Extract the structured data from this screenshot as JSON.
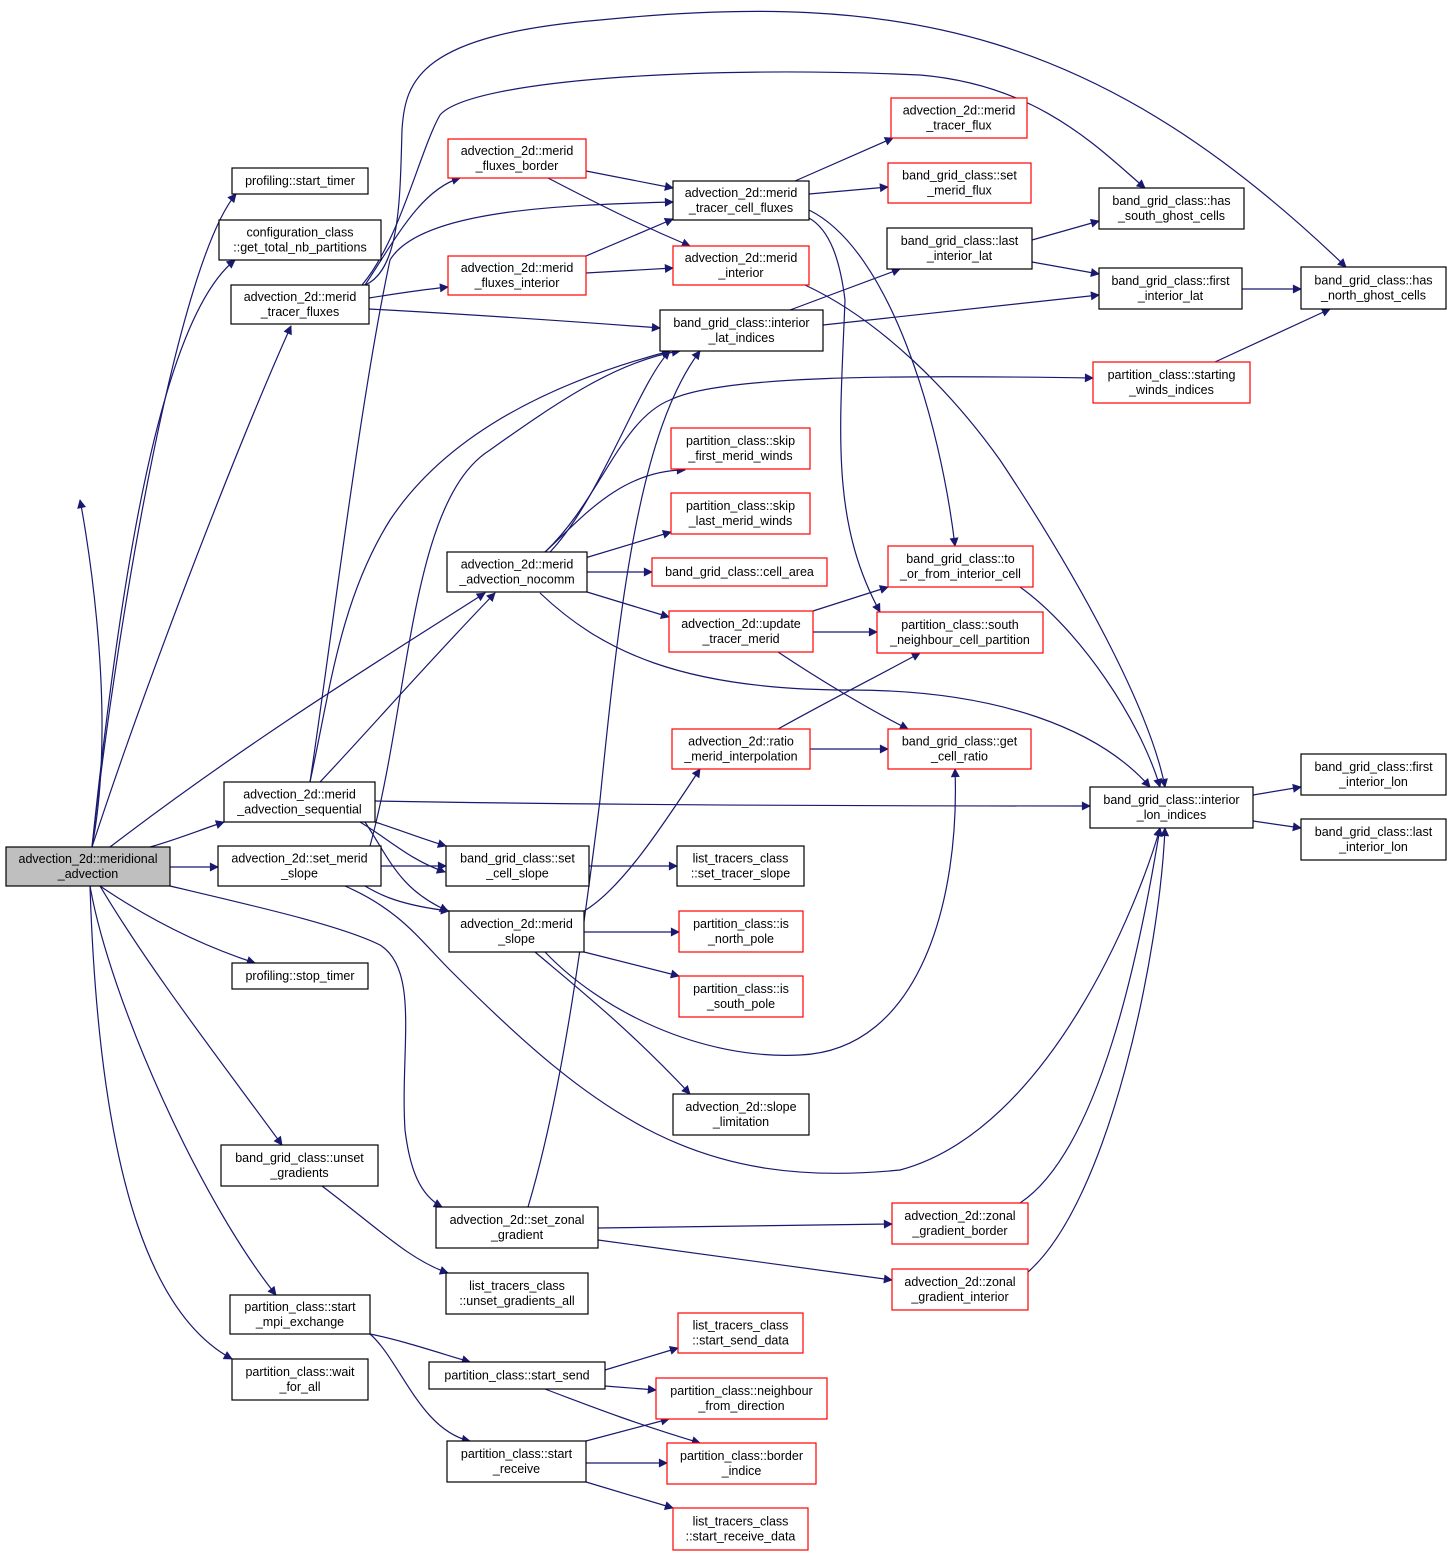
{
  "colors": {
    "edge": "#191970",
    "border_default": "#000000",
    "border_truncated": "#ff0000",
    "root_fill": "#bfbfbf",
    "node_fill": "#ffffff"
  },
  "nodes": {
    "root": {
      "lines": [
        "advection_2d::meridional",
        "_advection"
      ],
      "kind": "root"
    },
    "start_timer": {
      "lines": [
        "profiling::start_timer"
      ],
      "kind": "normal"
    },
    "get_total_nb": {
      "lines": [
        "configuration_class",
        "::get_total_nb_partitions"
      ],
      "kind": "normal"
    },
    "merid_tracer_fluxes": {
      "lines": [
        "advection_2d::merid",
        "_tracer_fluxes"
      ],
      "kind": "normal"
    },
    "merid_fluxes_border": {
      "lines": [
        "advection_2d::merid",
        "_fluxes_border"
      ],
      "kind": "truncated"
    },
    "merid_fluxes_interior": {
      "lines": [
        "advection_2d::merid",
        "_fluxes_interior"
      ],
      "kind": "truncated"
    },
    "merid_tracer_cell_fluxes": {
      "lines": [
        "advection_2d::merid",
        "_tracer_cell_fluxes"
      ],
      "kind": "normal"
    },
    "merid_interior": {
      "lines": [
        "advection_2d::merid",
        "_interior"
      ],
      "kind": "truncated"
    },
    "merid_tracer_flux": {
      "lines": [
        "advection_2d::merid",
        "_tracer_flux"
      ],
      "kind": "truncated"
    },
    "set_merid_flux": {
      "lines": [
        "band_grid_class::set",
        "_merid_flux"
      ],
      "kind": "truncated"
    },
    "last_interior_lat": {
      "lines": [
        "band_grid_class::last",
        "_interior_lat"
      ],
      "kind": "normal"
    },
    "has_south_ghost": {
      "lines": [
        "band_grid_class::has",
        "_south_ghost_cells"
      ],
      "kind": "normal"
    },
    "first_interior_lat": {
      "lines": [
        "band_grid_class::first",
        "_interior_lat"
      ],
      "kind": "normal"
    },
    "has_north_ghost": {
      "lines": [
        "band_grid_class::has",
        "_north_ghost_cells"
      ],
      "kind": "normal"
    },
    "interior_lat_indices": {
      "lines": [
        "band_grid_class::interior",
        "_lat_indices"
      ],
      "kind": "normal"
    },
    "starting_winds": {
      "lines": [
        "partition_class::starting",
        "_winds_indices"
      ],
      "kind": "truncated"
    },
    "skip_first": {
      "lines": [
        "partition_class::skip",
        "_first_merid_winds"
      ],
      "kind": "truncated"
    },
    "skip_last": {
      "lines": [
        "partition_class::skip",
        "_last_merid_winds"
      ],
      "kind": "truncated"
    },
    "nocomm": {
      "lines": [
        "advection_2d::merid",
        "_advection_nocomm"
      ],
      "kind": "normal"
    },
    "cell_area": {
      "lines": [
        "band_grid_class::cell_area"
      ],
      "kind": "truncated"
    },
    "to_or_from": {
      "lines": [
        "band_grid_class::to",
        "_or_from_interior_cell"
      ],
      "kind": "truncated"
    },
    "update_tracer": {
      "lines": [
        "advection_2d::update",
        "_tracer_merid"
      ],
      "kind": "truncated"
    },
    "south_neighbour": {
      "lines": [
        "partition_class::south",
        "_neighbour_cell_partition"
      ],
      "kind": "truncated"
    },
    "ratio_merid": {
      "lines": [
        "advection_2d::ratio",
        "_merid_interpolation"
      ],
      "kind": "truncated"
    },
    "get_cell_ratio": {
      "lines": [
        "band_grid_class::get",
        "_cell_ratio"
      ],
      "kind": "truncated"
    },
    "sequential": {
      "lines": [
        "advection_2d::merid",
        "_advection_sequential"
      ],
      "kind": "normal"
    },
    "interior_lon_indices": {
      "lines": [
        "band_grid_class::interior",
        "_lon_indices"
      ],
      "kind": "normal"
    },
    "first_interior_lon": {
      "lines": [
        "band_grid_class::first",
        "_interior_lon"
      ],
      "kind": "normal"
    },
    "last_interior_lon": {
      "lines": [
        "band_grid_class::last",
        "_interior_lon"
      ],
      "kind": "normal"
    },
    "set_merid_slope": {
      "lines": [
        "advection_2d::set_merid",
        "_slope"
      ],
      "kind": "normal"
    },
    "set_cell_slope": {
      "lines": [
        "band_grid_class::set",
        "_cell_slope"
      ],
      "kind": "normal"
    },
    "set_tracer_slope": {
      "lines": [
        "list_tracers_class",
        "::set_tracer_slope"
      ],
      "kind": "normal"
    },
    "merid_slope": {
      "lines": [
        "advection_2d::merid",
        "_slope"
      ],
      "kind": "normal"
    },
    "is_north_pole": {
      "lines": [
        "partition_class::is",
        "_north_pole"
      ],
      "kind": "truncated"
    },
    "is_south_pole": {
      "lines": [
        "partition_class::is",
        "_south_pole"
      ],
      "kind": "truncated"
    },
    "stop_timer": {
      "lines": [
        "profiling::stop_timer"
      ],
      "kind": "normal"
    },
    "slope_limitation": {
      "lines": [
        "advection_2d::slope",
        "_limitation"
      ],
      "kind": "normal"
    },
    "unset_gradients": {
      "lines": [
        "band_grid_class::unset",
        "_gradients"
      ],
      "kind": "normal"
    },
    "set_zonal_gradient": {
      "lines": [
        "advection_2d::set_zonal",
        "_gradient"
      ],
      "kind": "normal"
    },
    "zonal_border": {
      "lines": [
        "advection_2d::zonal",
        "_gradient_border"
      ],
      "kind": "truncated"
    },
    "zonal_interior": {
      "lines": [
        "advection_2d::zonal",
        "_gradient_interior"
      ],
      "kind": "truncated"
    },
    "unset_gradients_all": {
      "lines": [
        "list_tracers_class",
        "::unset_gradients_all"
      ],
      "kind": "normal"
    },
    "start_mpi_exchange": {
      "lines": [
        "partition_class::start",
        "_mpi_exchange"
      ],
      "kind": "normal"
    },
    "wait_for_all": {
      "lines": [
        "partition_class::wait",
        "_for_all"
      ],
      "kind": "normal"
    },
    "start_send": {
      "lines": [
        "partition_class::start_send"
      ],
      "kind": "normal"
    },
    "start_send_data": {
      "lines": [
        "list_tracers_class",
        "::start_send_data"
      ],
      "kind": "truncated"
    },
    "neighbour_from": {
      "lines": [
        "partition_class::neighbour",
        "_from_direction"
      ],
      "kind": "truncated"
    },
    "start_receive": {
      "lines": [
        "partition_class::start",
        "_receive"
      ],
      "kind": "normal"
    },
    "border_indice": {
      "lines": [
        "partition_class::border",
        "_indice"
      ],
      "kind": "truncated"
    },
    "start_receive_data": {
      "lines": [
        "list_tracers_class",
        "::start_receive_data"
      ],
      "kind": "truncated"
    }
  }
}
